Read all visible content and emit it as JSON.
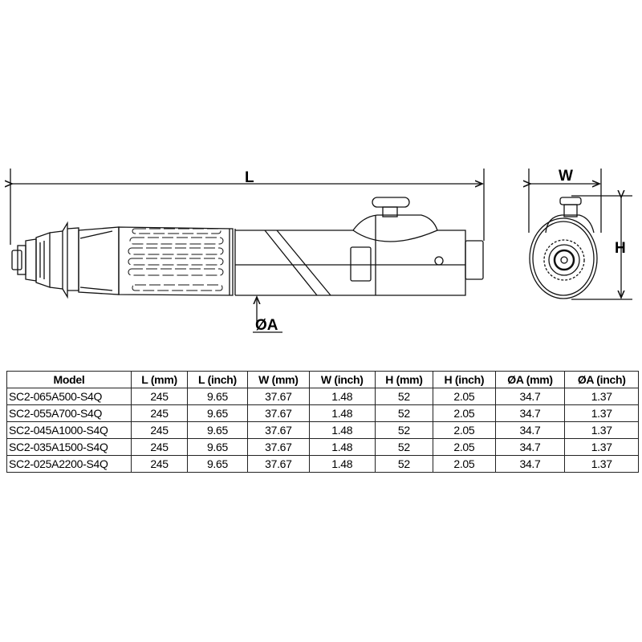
{
  "drawing": {
    "labels": {
      "length": "L",
      "width": "W",
      "height": "H",
      "diameter": "ØA"
    }
  },
  "table": {
    "headers": [
      "Model",
      "L (mm)",
      "L (inch)",
      "W (mm)",
      "W (inch)",
      "H (mm)",
      "H (inch)",
      "ØA (mm)",
      "ØA (inch)"
    ],
    "rows": [
      [
        "SC2-065A500-S4Q",
        "245",
        "9.65",
        "37.67",
        "1.48",
        "52",
        "2.05",
        "34.7",
        "1.37"
      ],
      [
        "SC2-055A700-S4Q",
        "245",
        "9.65",
        "37.67",
        "1.48",
        "52",
        "2.05",
        "34.7",
        "1.37"
      ],
      [
        "SC2-045A1000-S4Q",
        "245",
        "9.65",
        "37.67",
        "1.48",
        "52",
        "2.05",
        "34.7",
        "1.37"
      ],
      [
        "SC2-035A1500-S4Q",
        "245",
        "9.65",
        "37.67",
        "1.48",
        "52",
        "2.05",
        "34.7",
        "1.37"
      ],
      [
        "SC2-025A2200-S4Q",
        "245",
        "9.65",
        "37.67",
        "1.48",
        "52",
        "2.05",
        "34.7",
        "1.37"
      ]
    ]
  }
}
